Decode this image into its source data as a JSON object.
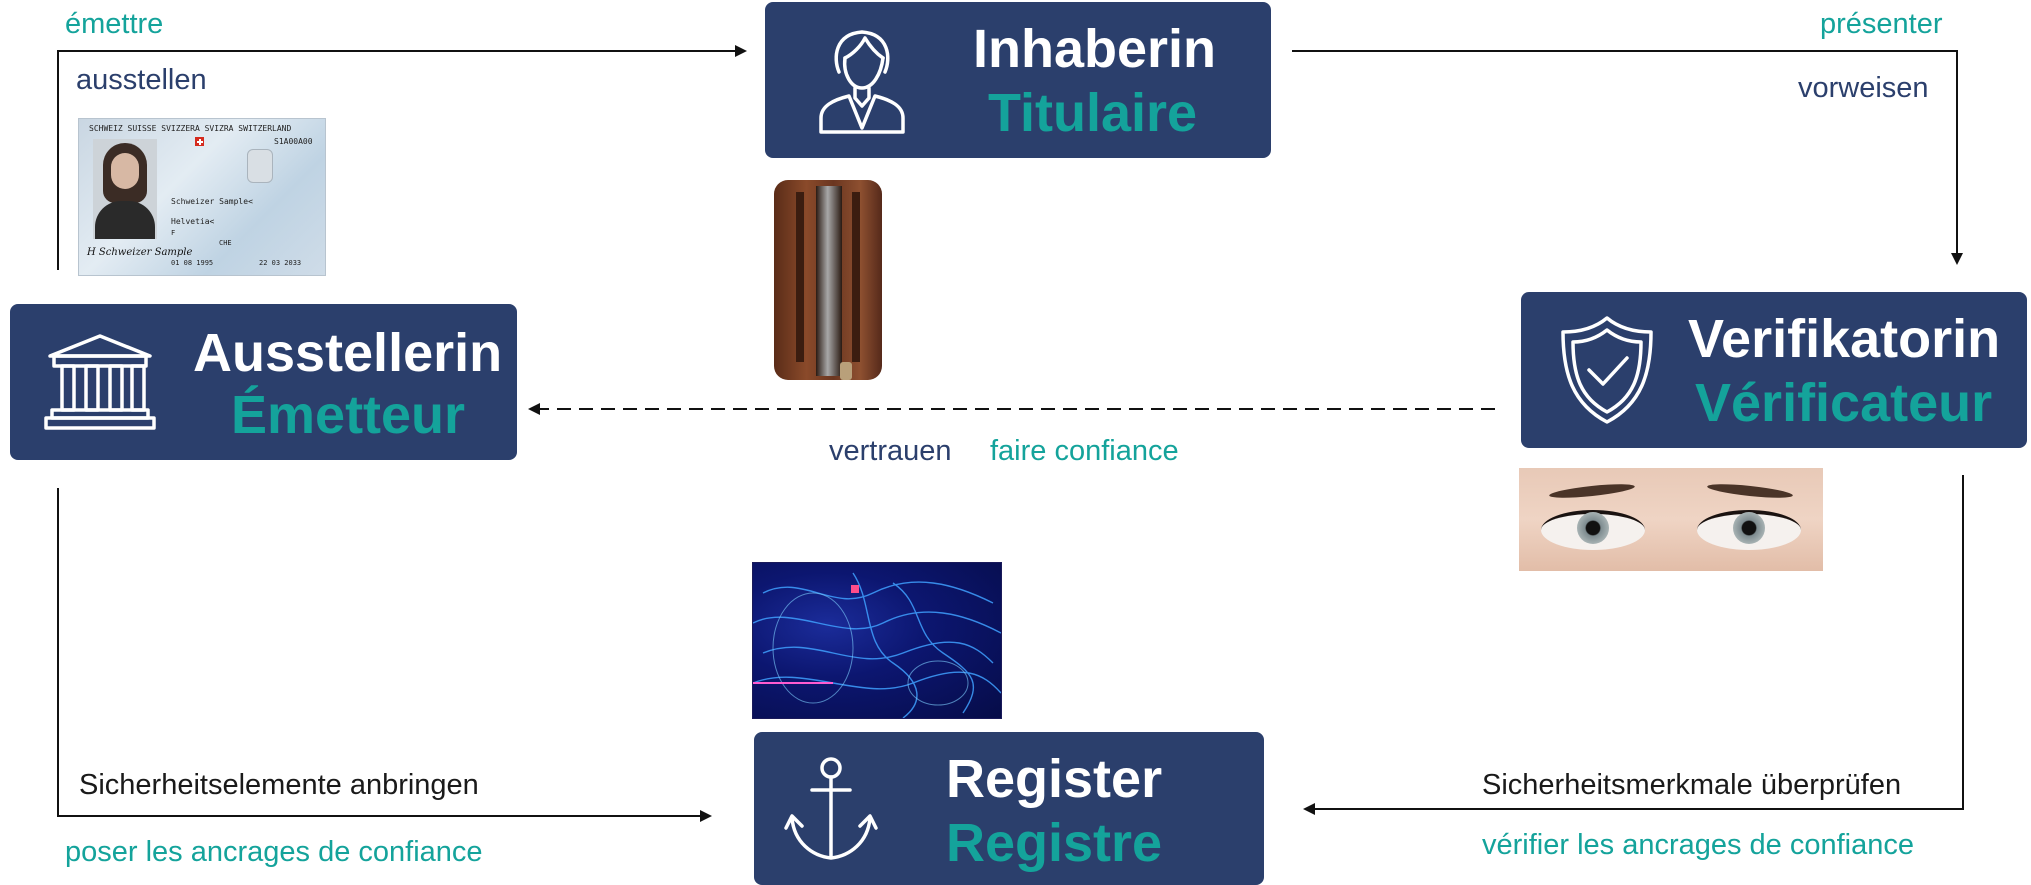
{
  "colors": {
    "box_bg": "#2b3f6c",
    "title_de": "#ffffff",
    "title_fr": "#14a39b",
    "label_fr": "#14a39b",
    "label_de": "#2b3f6c",
    "label_black": "#1a1a1a"
  },
  "nodes": {
    "holder": {
      "de": "Inhaberin",
      "fr": "Titulaire",
      "icon": "person-icon"
    },
    "issuer": {
      "de": "Ausstellerin",
      "fr": "Émetteur",
      "icon": "institution-icon"
    },
    "verifier": {
      "de": "Verifikatorin",
      "fr": "Vérificateur",
      "icon": "shield-check-icon"
    },
    "register": {
      "de": "Register",
      "fr": "Registre",
      "icon": "anchor-icon"
    }
  },
  "edges": {
    "issue": {
      "fr": "émettre",
      "de": "ausstellen"
    },
    "present": {
      "fr": "présenter",
      "de": "vorweisen"
    },
    "trust": {
      "de": "vertrauen",
      "fr": "faire confiance"
    },
    "anchor": {
      "de": "Sicherheitselemente anbringen",
      "fr": "poser les ancrages de confiance"
    },
    "verify": {
      "de": "Sicherheitsmerkmale überprüfen",
      "fr": "vérifier les ancrages de confiance"
    }
  },
  "id_card": {
    "header": "SCHWEIZ SUISSE SVIZZERA SVIZRA SWITZERLAND",
    "number": "S1A00A00",
    "name": "Schweizer Sample<",
    "nationality": "Helvetia<",
    "sex": "F",
    "origin": "CHE",
    "birth_date": "01 08 1995",
    "expiry_date": "22 03 2033",
    "signature": "H Schweizer Sample"
  }
}
